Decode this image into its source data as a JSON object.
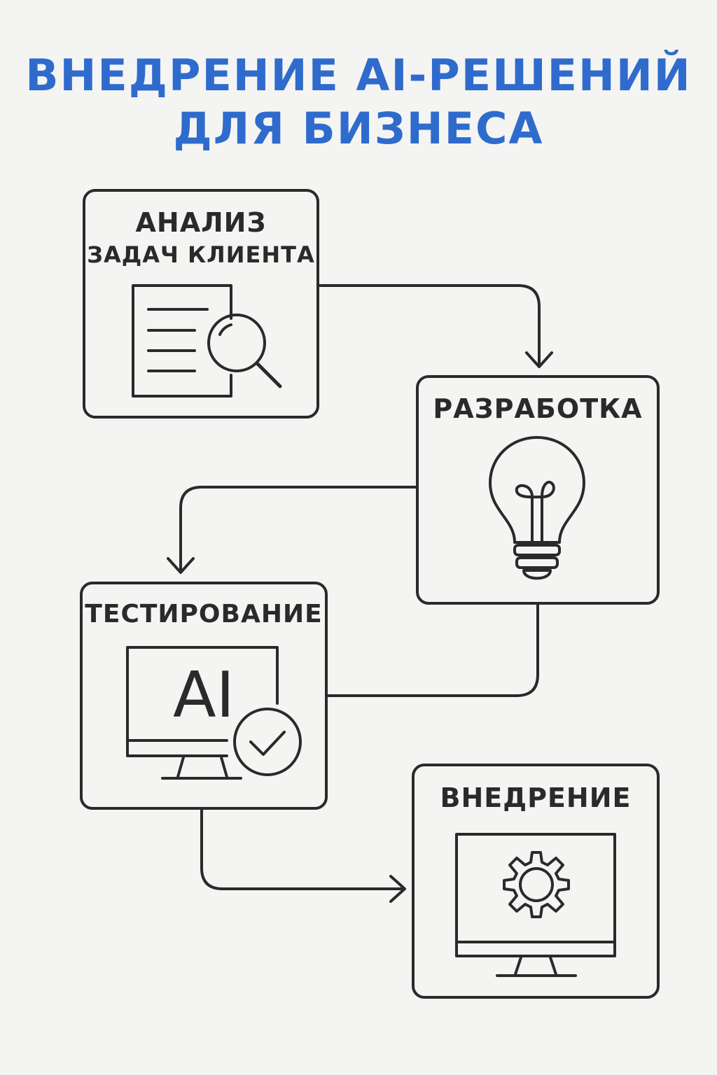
{
  "title": {
    "line1": "ВНЕДРЕНИЕ AI-РЕШЕНИЙ",
    "line2": "ДЛЯ БИЗНЕСА"
  },
  "steps": [
    {
      "line1": "АНАЛИЗ",
      "line2": "ЗАДАЧ КЛИЕНТА",
      "icon": "document-search-icon"
    },
    {
      "label": "РАЗРАБОТКА",
      "icon": "lightbulb-icon"
    },
    {
      "label": "ТЕСТИРОВАНИЕ",
      "icon": "monitor-ai-check-icon",
      "screen_text": "AI"
    },
    {
      "label": "ВНЕДРЕНИЕ",
      "icon": "monitor-gear-icon"
    }
  ],
  "colors": {
    "title": "#2f6bcc",
    "stroke": "#2a2a2a",
    "background": "#f4f4f3"
  }
}
